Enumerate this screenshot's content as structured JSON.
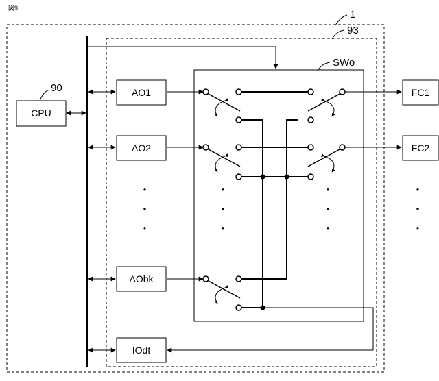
{
  "figure": {
    "figure_label": "図9",
    "refs": {
      "device": "1",
      "board": "93",
      "cpu_ref": "90",
      "switch_ref": "SWo"
    },
    "blocks": {
      "cpu": "CPU",
      "ao1": "AO1",
      "ao2": "AO2",
      "aobk": "AObk",
      "iodt": "IOdt",
      "fc1": "FC1",
      "fc2": "FC2"
    },
    "ellipsis": "・"
  }
}
